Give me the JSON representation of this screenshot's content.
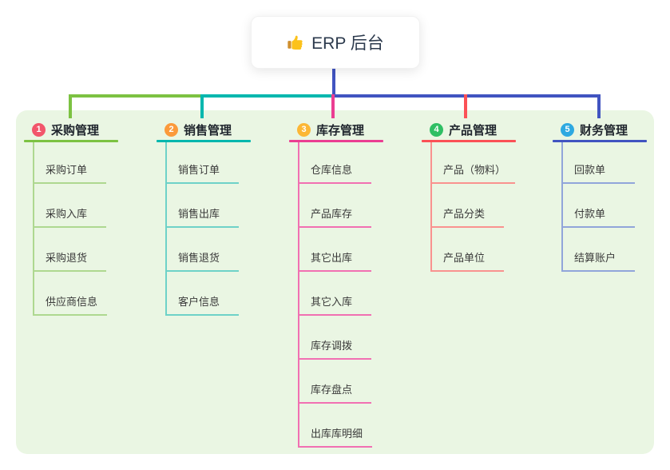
{
  "root": {
    "label": "ERP 后台",
    "icon": "thumbs-up-icon"
  },
  "canvas": {
    "background": "#ffffff",
    "panel_background": "#eaf6e3"
  },
  "branches": [
    {
      "num": "1",
      "label": "采购管理",
      "badge_color": "#f2566b",
      "line_color": "#7cc242",
      "child_line_color": "#aed890",
      "children": [
        "采购订单",
        "采购入库",
        "采购退货",
        "供应商信息"
      ]
    },
    {
      "num": "2",
      "label": "销售管理",
      "badge_color": "#fb9a3b",
      "line_color": "#00b7ae",
      "child_line_color": "#6ed2c8",
      "children": [
        "销售订单",
        "销售出库",
        "销售退货",
        "客户信息"
      ]
    },
    {
      "num": "3",
      "label": "库存管理",
      "badge_color": "#fcb735",
      "line_color": "#eb3e92",
      "child_line_color": "#f170b2",
      "children": [
        "仓库信息",
        "产品库存",
        "其它出库",
        "其它入库",
        "库存调拨",
        "库存盘点",
        "出库库明细"
      ]
    },
    {
      "num": "4",
      "label": "产品管理",
      "badge_color": "#2fbf64",
      "line_color": "#fb5156",
      "child_line_color": "#f9928f",
      "children": [
        "产品（物料）",
        "产品分类",
        "产品单位"
      ]
    },
    {
      "num": "5",
      "label": "财务管理",
      "badge_color": "#2ea9e1",
      "line_color": "#4154c1",
      "child_line_color": "#91a5da",
      "children": [
        "回款单",
        "付款单",
        "结算账户"
      ]
    }
  ]
}
